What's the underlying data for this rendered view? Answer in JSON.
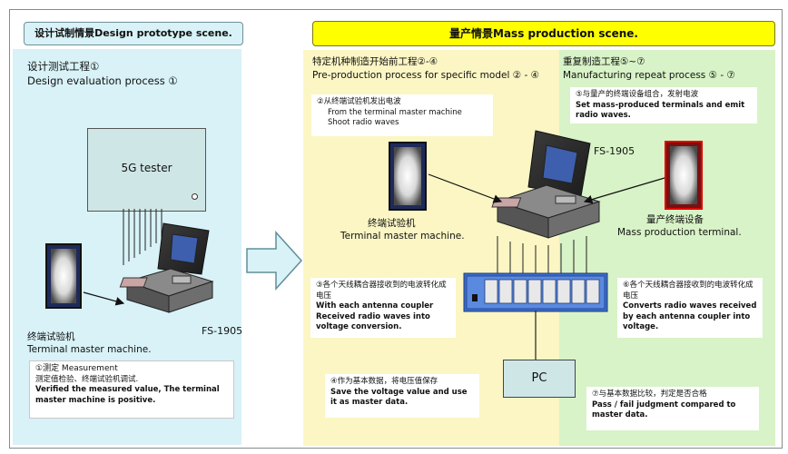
{
  "headers": {
    "design": "设计试制情景Design prototype scene.",
    "mass": "量产情景Mass production scene."
  },
  "design": {
    "title_cn": "设计测试工程①",
    "title_en": "Design evaluation process ①",
    "tester": "5G tester",
    "device": "FS-1905",
    "terminal_cn": "终端试验机",
    "terminal_en": "Terminal master machine.",
    "note1_head": "①测定 Measurement",
    "note1_cn": "测定值检验、终端试验机调试.",
    "note1_en": "Verified the measured value, The terminal master machine is positive."
  },
  "pre": {
    "title_cn": "特定机种制造开始前工程②-④",
    "title_en": "Pre-production process for specific model ② - ④",
    "note2_cn": "②从终端试验机发出电波",
    "note2_en1": "From the terminal master machine",
    "note2_en2": "Shoot radio waves",
    "terminal_cn": "终端试验机",
    "terminal_en": "Terminal master machine.",
    "note3_cn": "③各个天线耦合器接收到的电波转化成电压",
    "note3_en": "With each antenna coupler Received radio waves into voltage conversion.",
    "note4_cn": "④作为基本数据，将电压值保存",
    "note4_en": "Save the voltage value and use it as master data."
  },
  "mass": {
    "title_cn": "重复制造工程⑤~⑦",
    "title_en": "Manufacturing repeat process ⑤ - ⑦",
    "note5_cn": "⑤与量产的终端设备组合，发射电波",
    "note5_en": "Set mass-produced terminals and emit radio waves.",
    "device": "FS-1905",
    "terminal_cn": "量产终端设备",
    "terminal_en": "Mass production terminal.",
    "note6_cn": "⑥各个天线耦合器接收到的电波转化成电压",
    "note6_en": "Converts radio waves received by each antenna coupler into voltage.",
    "pc": "PC",
    "note7_cn": "⑦与基本数据比较，判定是否合格",
    "note7_en": "Pass / fail judgment compared to master data."
  },
  "colors": {
    "design_bg": "#d8f2f7",
    "pre_bg": "#fbf6c4",
    "mass_bg": "#d8f3c7",
    "mass_header": "#ffff00",
    "mass_terminal_border": "#e00000"
  }
}
